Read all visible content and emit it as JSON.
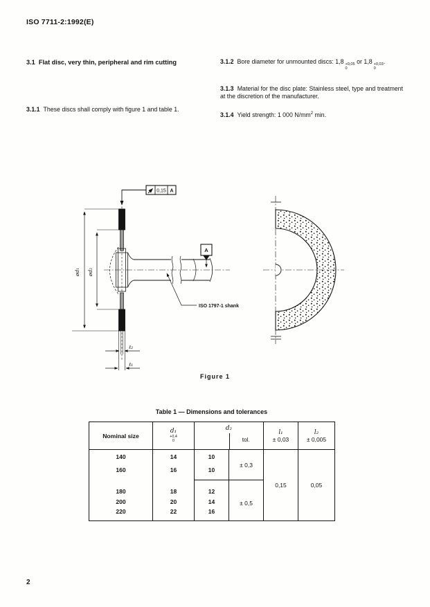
{
  "page": {
    "header": "ISO 7711-2:1992(E)",
    "page_number": "2"
  },
  "content": {
    "s31": {
      "num": "3.1",
      "title": "Flat disc, very thin, peripheral and rim cutting"
    },
    "s311": {
      "num": "3.1.1",
      "text": "These discs shall comply with figure 1 and table 1."
    },
    "s312": {
      "num": "3.1.2",
      "text_a": "Bore diameter for unmounted discs: 1,8",
      "tol1_top": "+0,05",
      "tol1_bot": "0",
      "text_b": "or 1,8",
      "tol2_top": "+0,03",
      "tol2_bot": "0",
      "text_c": "."
    },
    "s313": {
      "num": "3.1.3",
      "text": "Material for the disc plate: Stainless steel, type and treatment at the discretion of the manufacturer."
    },
    "s314": {
      "num": "3.1.4",
      "text_a": "Yield strength: 1 000 N/mm",
      "sup": "2",
      "text_b": " min."
    }
  },
  "figure": {
    "caption": "Figure 1",
    "runout_value": "0,15",
    "datum": "A",
    "dim_d1": "ød₁",
    "dim_d2": "ød₂",
    "dim_l1": "ℓ₁",
    "dim_l2": "ℓ₂",
    "shank_label": "ISO 1797-1 shank"
  },
  "table": {
    "title": "Table 1 — Dimensions and tolerances",
    "headers": {
      "nominal": "Nominal size",
      "d1": "d₁",
      "d1_tol_top": "+0,4",
      "d1_tol_bot": "0",
      "d2": "d₂",
      "tol": "tol.",
      "l1": "l₁",
      "l1_tol": "± 0,03",
      "l2": "l₂",
      "l2_tol": "± 0,005"
    },
    "rows": [
      {
        "nominal": "140",
        "d1": "14",
        "d2": "10"
      },
      {
        "nominal": "160",
        "d1": "16",
        "d2": "10"
      },
      {
        "nominal": "180",
        "d1": "18",
        "d2": "12"
      },
      {
        "nominal": "200",
        "d1": "20",
        "d2": "14"
      },
      {
        "nominal": "220",
        "d1": "22",
        "d2": "16"
      }
    ],
    "tol_group1": "± 0,3",
    "tol_group2": "± 0,5",
    "l1_value": "0,15",
    "l2_value": "0,05"
  }
}
